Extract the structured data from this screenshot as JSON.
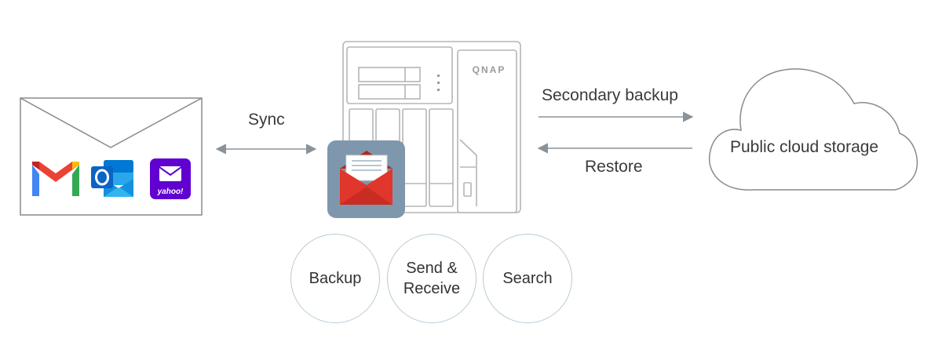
{
  "labels": {
    "sync": "Sync",
    "secondary_backup": "Secondary backup",
    "restore": "Restore",
    "cloud": "Public cloud storage",
    "nas_brand": "QNAP",
    "yahoo": "yahoo!"
  },
  "features": {
    "backup": "Backup",
    "send_line1": "Send &",
    "send_line2": "Receive",
    "search": "Search"
  },
  "colors": {
    "line": "#8a8a8a",
    "arrow": "#8a939b",
    "circle_border": "#b9cbd6",
    "app_icon_bg": "#7e97ad",
    "envelope_red": "#e0362c",
    "yahoo_purple": "#6001d2",
    "outlook_blue": "#0a64c4"
  },
  "icons": [
    "envelope-icon",
    "gmail-icon",
    "outlook-icon",
    "yahoo-mail-icon",
    "nas-device-icon",
    "mail-app-icon",
    "cloud-icon"
  ]
}
